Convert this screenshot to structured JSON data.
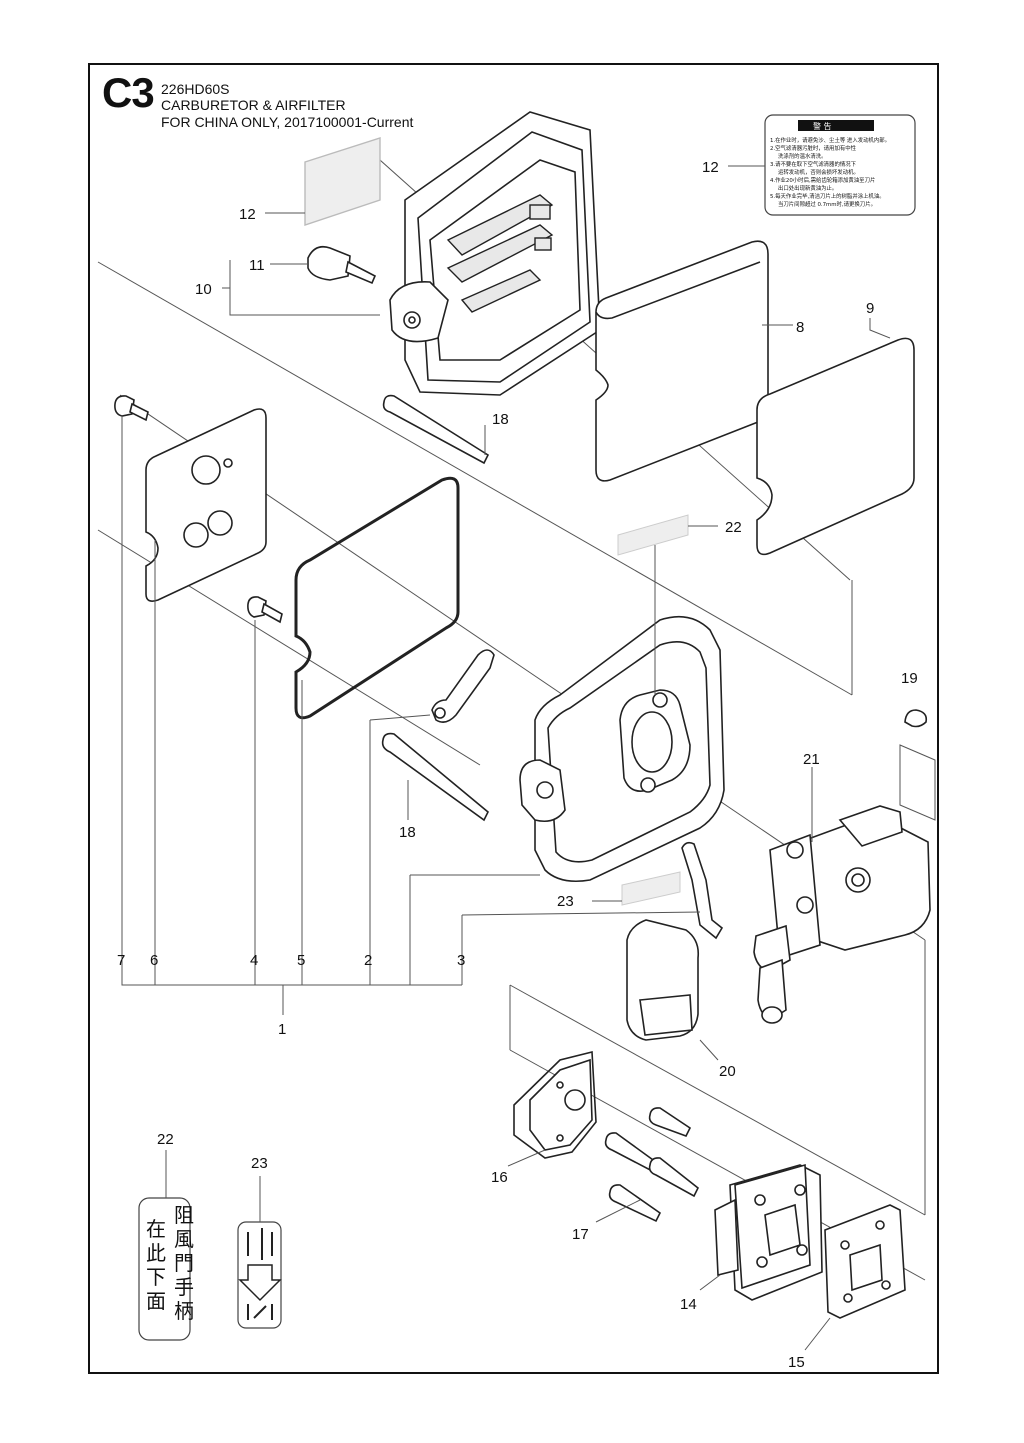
{
  "header": {
    "code": "C3",
    "model": "226HD60S",
    "title": "CARBURETOR & AIRFILTER",
    "subtitle": "FOR CHINA ONLY, 2017100001-Current"
  },
  "warning_label": {
    "heading": "警 告",
    "lines": [
      "1.在作业时，请避免沙、尘土等 进入发动机内部。",
      "2.空气滤清器污脏时，请用加有中性",
      "洗涤剂的温水清洗。",
      "3.请不要在取下空气滤清器的情况下",
      "运转发动机，否则会损坏发动机。",
      "4.作业20小时后,需给齿轮箱添加黄油至刀片",
      "出口处出现新黄油为止。",
      "5.每天作业完毕,清洁刀片上的树脂并涂上机油。",
      "当刀片间隙超过 0.7mm时,请更换刀片。"
    ]
  },
  "label22_text": [
    "阻",
    "風",
    "門",
    "手",
    "柄",
    "在",
    "此",
    "下",
    "面"
  ],
  "callouts": [
    "1",
    "2",
    "3",
    "4",
    "5",
    "6",
    "7",
    "8",
    "9",
    "10",
    "11",
    "12",
    "12",
    "14",
    "15",
    "16",
    "17",
    "18",
    "18",
    "19",
    "20",
    "21",
    "22",
    "22",
    "23",
    "23"
  ]
}
